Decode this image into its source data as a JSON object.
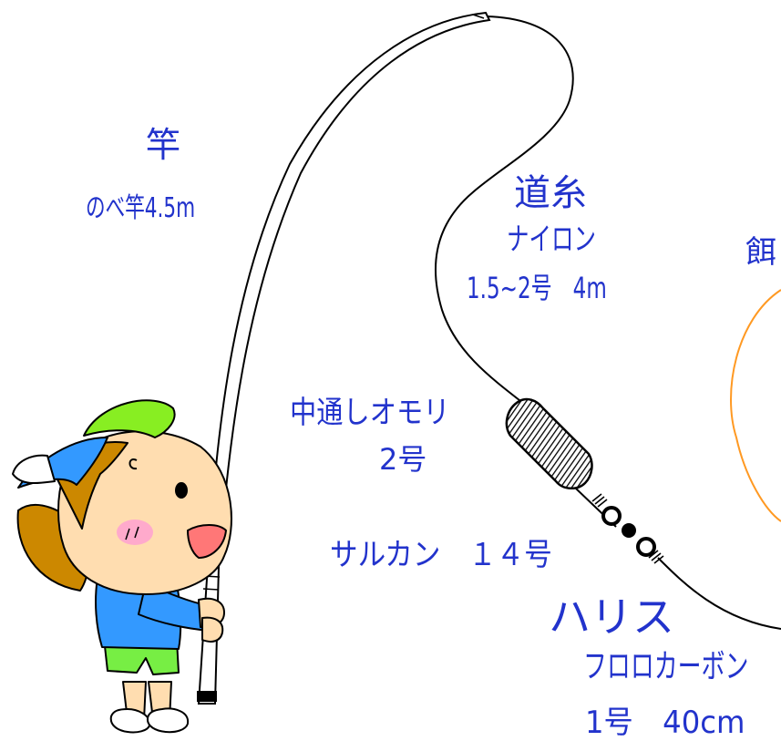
{
  "labels": {
    "rod_title": "竿",
    "rod_spec": "のべ竿4.5m",
    "mainline_title": "道糸",
    "mainline_material": "ナイロン",
    "mainline_spec": "1.5~2号　4m",
    "bait_title": "餌",
    "sinker_title": "中通しオモリ",
    "sinker_spec": "2号",
    "swivel_spec": "サルカン　１４号",
    "leader_title": "ハリス",
    "leader_material": "フロロカーボン",
    "leader_spec": "1号　40cm"
  },
  "colors": {
    "label_text": "#2233cc",
    "line": "#000000",
    "cap_green": "#88ee22",
    "cap_blue": "#3399ff",
    "hair": "#cc8800",
    "skin": "#ffddb0",
    "shirt": "#3399ff",
    "shorts": "#77ee44",
    "bait_circle": "#ff9922"
  }
}
